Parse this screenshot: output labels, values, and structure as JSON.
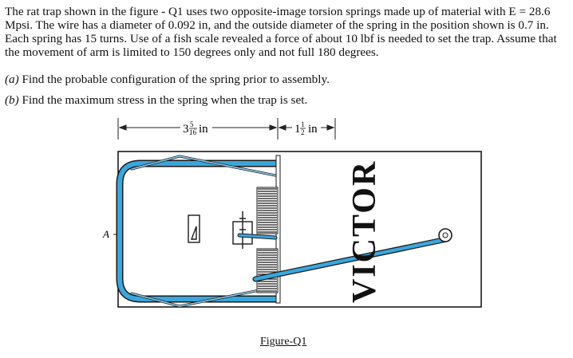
{
  "problem": {
    "text": "The rat trap shown in the figure - Q1 uses two opposite-image torsion springs made up of material with E = 28.6 Mpsi. The wire has a diameter of 0.092 in, and the outside diameter of the spring in the position shown is 0.7 in. Each spring has 15 turns. Use of a fish scale revealed a force of about 10 lbf is needed to set the trap. Assume that the movement of arm is limited to 150 degrees only and not full 180 degrees."
  },
  "questions": [
    {
      "label": "(a)",
      "text": "Find the probable configuration of the spring prior to assembly."
    },
    {
      "label": "(b)",
      "text": "Find the maximum stress in the spring when the trap is set."
    }
  ],
  "figure": {
    "dim_left": {
      "whole": "3",
      "num": "5",
      "den": "16",
      "unit": "in"
    },
    "dim_right": {
      "whole": "1",
      "num": "1",
      "den": "2",
      "unit": "in"
    },
    "point_label": "A",
    "brand": "VICTOR",
    "caption": "Figure-Q1",
    "colors": {
      "wire": "#3aa6dc",
      "outline": "#1a1a1a"
    }
  }
}
